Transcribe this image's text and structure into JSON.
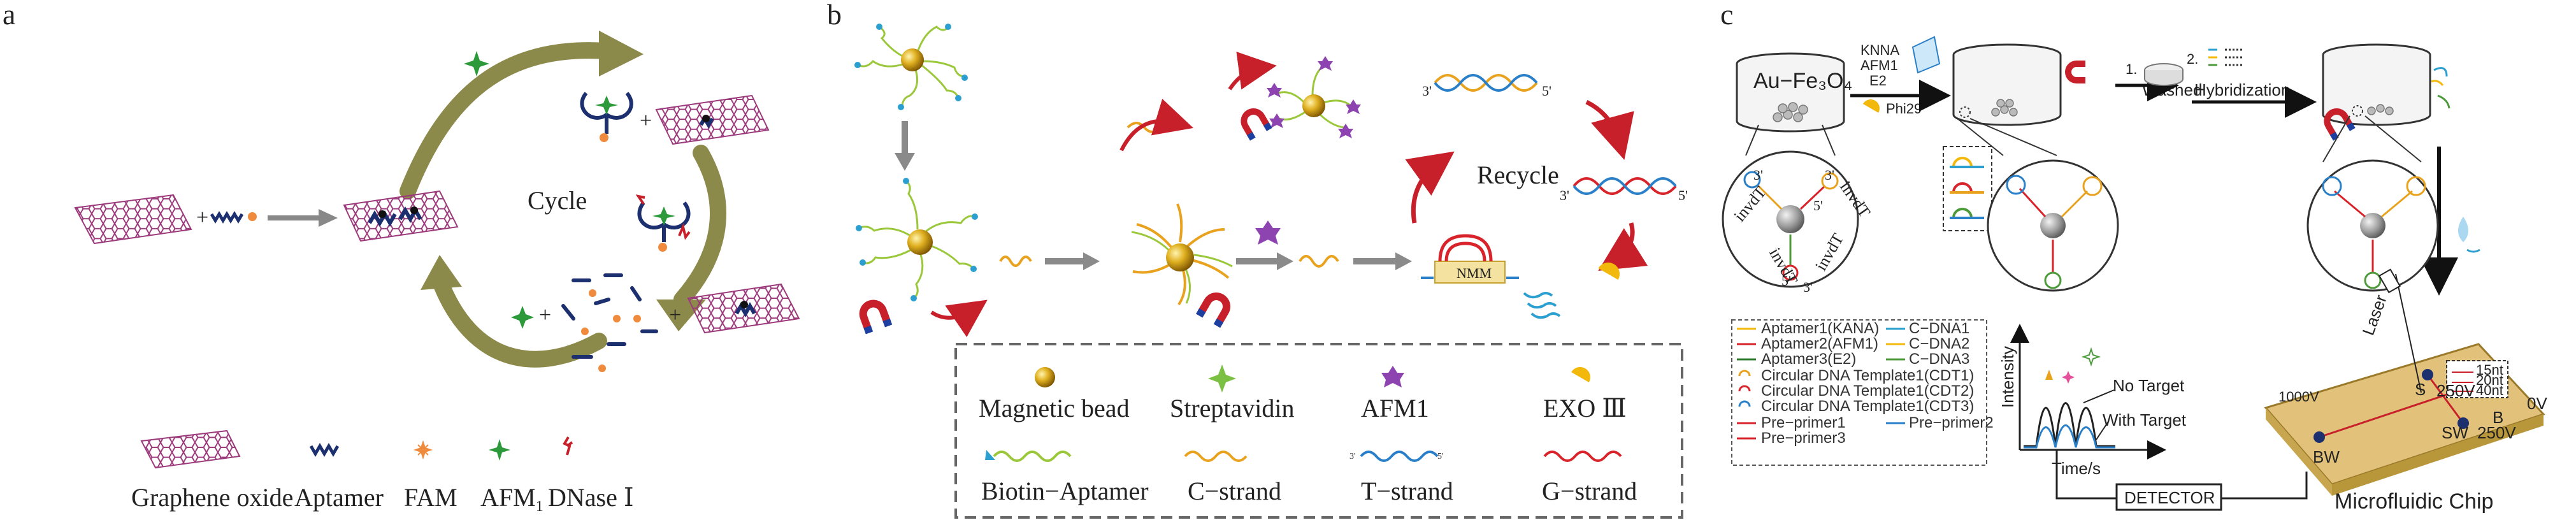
{
  "panels": {
    "a": {
      "letter": "a",
      "cycle_label": "Cycle",
      "legend": {
        "graphene_oxide": "Graphene oxide",
        "aptamer": "Aptamer",
        "fam": "FAM",
        "afm1_base": "AFM",
        "afm1_sub": "1",
        "dnase_base": "DNase",
        "dnase_roman": "Ⅰ"
      }
    },
    "b": {
      "letter": "b",
      "recycle_label": "Recycle",
      "nmm_label": "NMM",
      "end_3": "3'",
      "end_5": "5'",
      "legend": {
        "magnetic_bead": "Magnetic bead",
        "streptavidin": "Streptavidin",
        "afm1": "AFM1",
        "exo": "EXO Ⅲ",
        "biotin_aptamer": "Biotin−Aptamer",
        "c_strand": "C−strand",
        "t_strand": "T−strand",
        "g_strand": "G−strand"
      }
    },
    "c": {
      "letter": "c",
      "au_fe3o4": "Au−Fe₃O₄",
      "reagents": [
        "KNNA",
        "AFM1",
        "E2"
      ],
      "phi29": "Phi29",
      "step1_num": "1.",
      "step1_label": "Washed",
      "step2_num": "2.",
      "step2_label": "Hybridization",
      "invdt": "invdT",
      "end_3": "3'",
      "end_5": "5'",
      "legend_left": [
        "Aptamer1(KANA)",
        "Aptamer2(AFM1)",
        "Aptamer3(E2)",
        "Circular DNA Template1(CDT1)",
        "Circular DNA Template1(CDT2)",
        "Circular DNA Template1(CDT3)",
        "Pre−primer1",
        "Pre−primer3"
      ],
      "legend_right": [
        "C−DNA1",
        "C−DNA2",
        "C−DNA3",
        "Pre−primer2"
      ],
      "plot": {
        "ylabel": "Intensity",
        "xlabel": "Time/s",
        "no_target": "No Target",
        "with_target": "With Target"
      },
      "detector": "DETECTOR",
      "chip": {
        "laser": "Laser",
        "label": "Microfluidic Chip",
        "v1000": "1000V",
        "v250a": "250V",
        "v0": "0V",
        "v250b": "250V",
        "s": "S",
        "b": "B",
        "sw": "SW",
        "bw": "BW",
        "nt15": "15nt",
        "nt20": "20nt",
        "nt40": "40nt"
      }
    }
  },
  "colors": {
    "arrow_olive": "#8c8a4a",
    "graphene": "#9c3a7c",
    "aptamer": "#1c2f6e",
    "fam": "#f08a3c",
    "afm": "#2c9a3a",
    "dnase": "#c8202a",
    "bead": "#c8960e",
    "c_strand": "#e9a21d",
    "t_strand": "#2a7fc9",
    "g_strand": "#d9232a",
    "chip": "#e2c27a"
  }
}
